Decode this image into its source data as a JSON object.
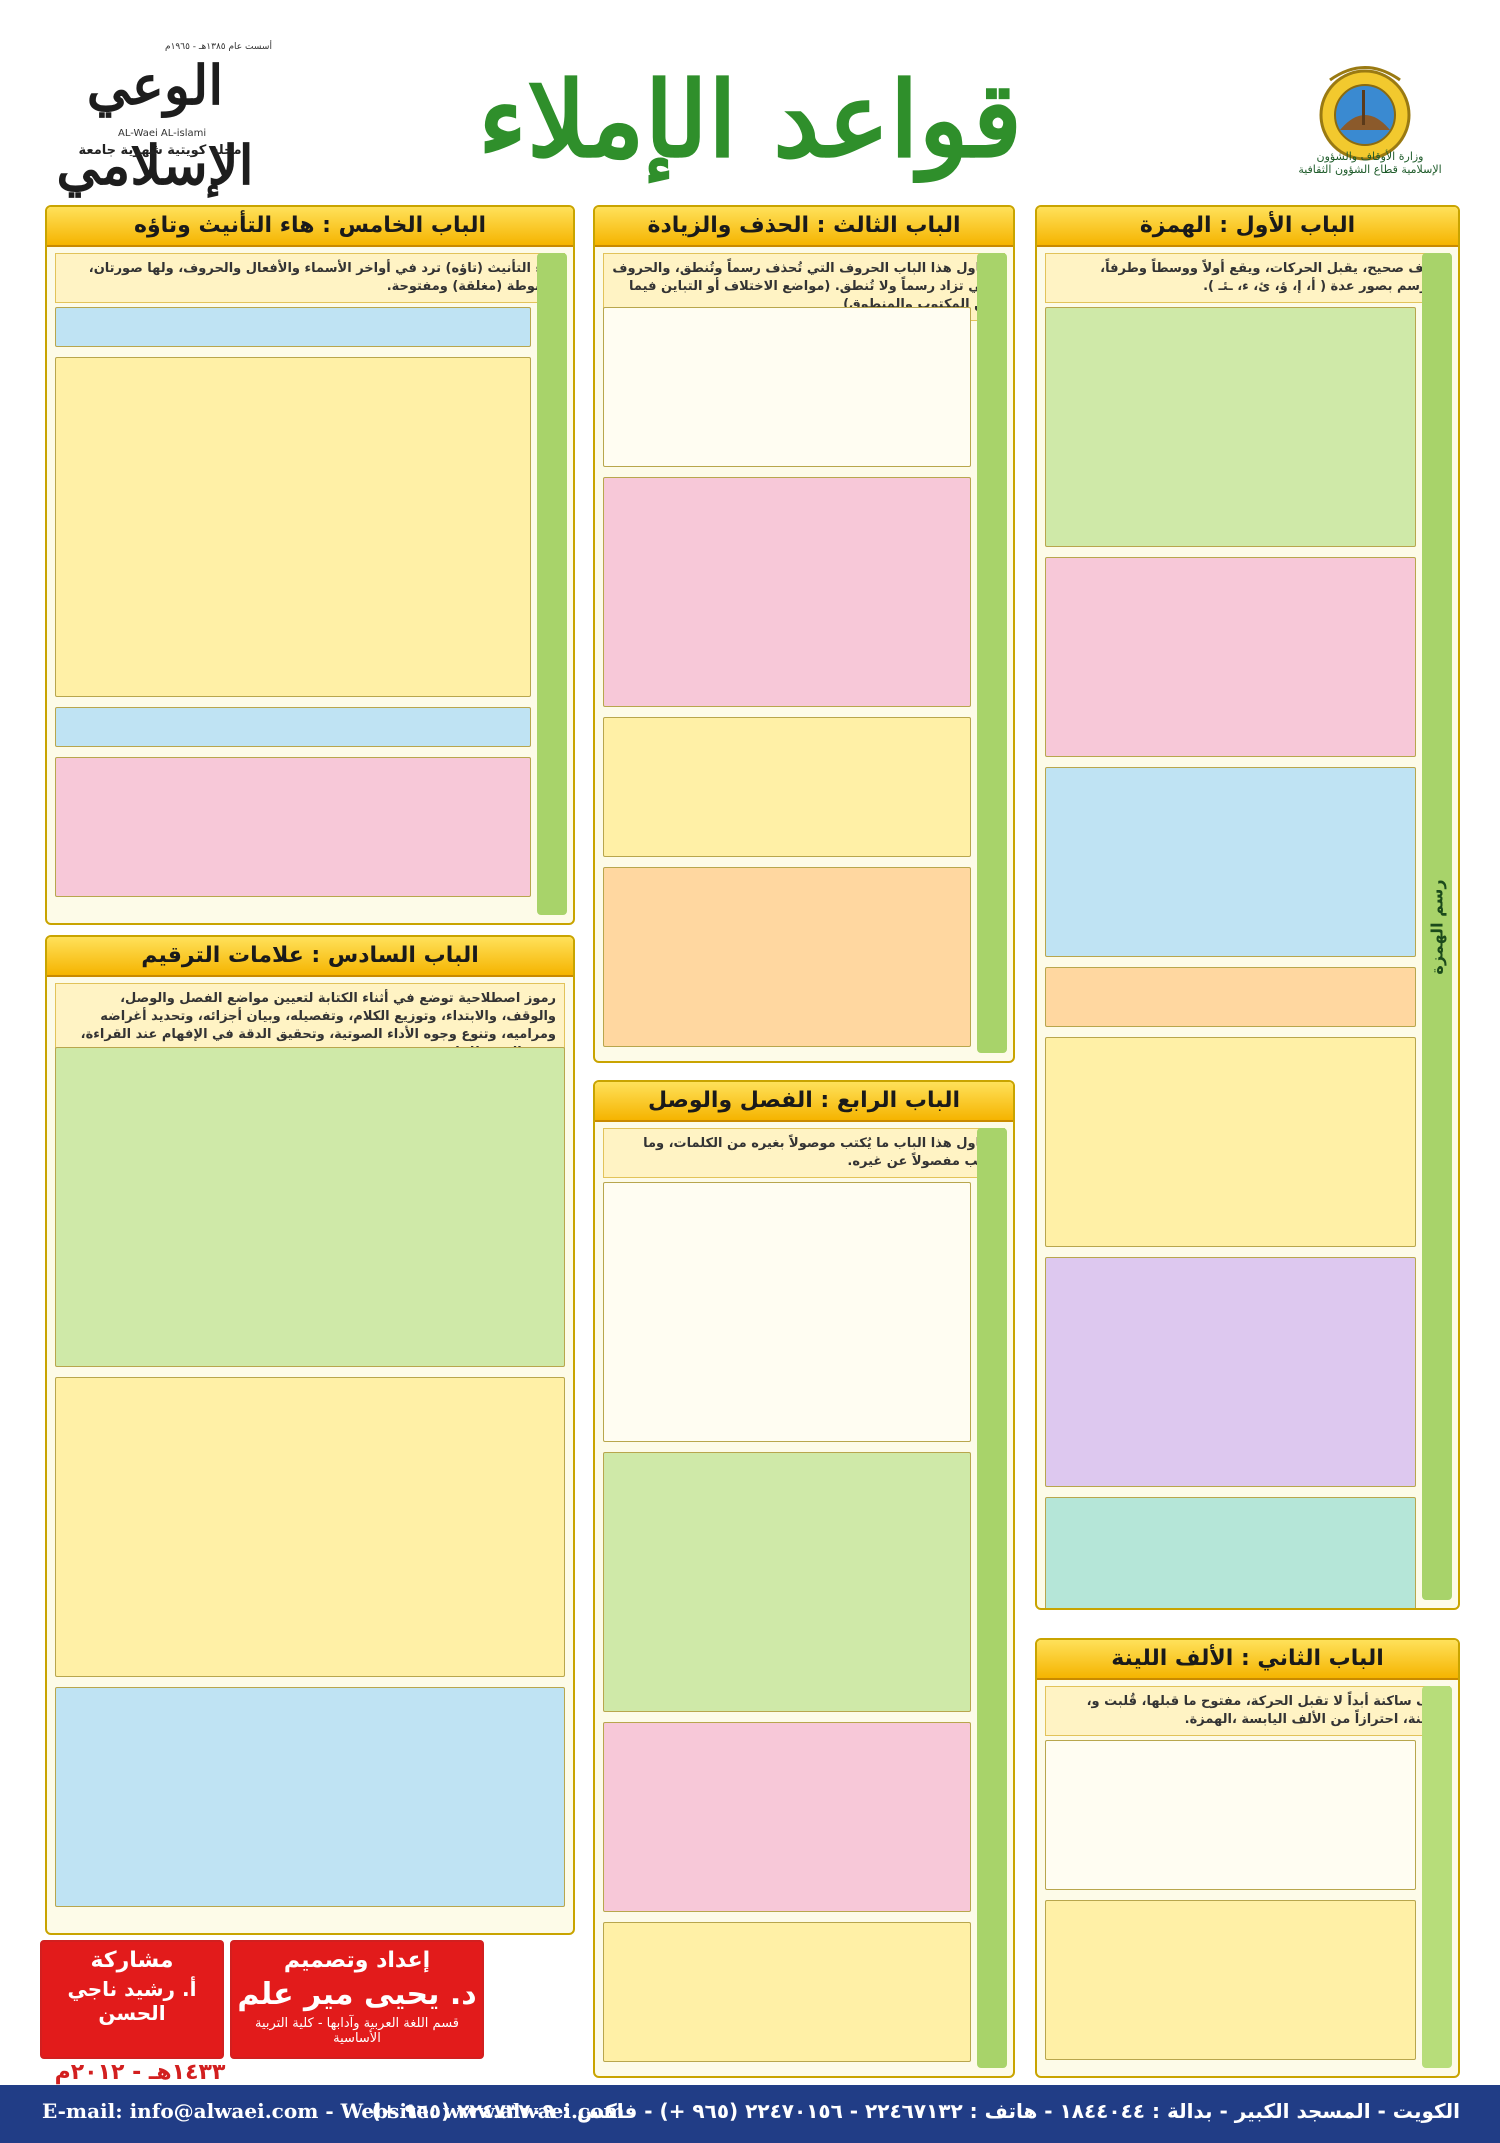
{
  "header": {
    "title": "قواعد الإملاء",
    "ministry_name": "وزارة الأوقاف والشؤون الإسلامية\nقطاع الشؤون الثقافية",
    "magazine_logo": "الوعي الإسلامي",
    "magazine_est": "أسست عام ١٣٨٥هـ - ١٩٦٥م",
    "magazine_latin": "AL-Waei AL-islami",
    "magazine_subtitle": "مجلة كويتية شهرية جامعة"
  },
  "panels": {
    "hamza": {
      "title": "الباب الأول : الهمزة",
      "intro": "حرف صحيح، يقبل الحركات، ويقع أولاً ووسطاً وطرفاً، ويُرسم بصور عدة ( أ، إ، ؤ، ئ، ء، ـئـ ).",
      "band_label": "رسم الهمزة"
    },
    "alif": {
      "title": "الباب الثاني : الألف اللينة",
      "intro": "ألف ساكنة أبداً لا تقبل الحركة، مفتوح ما قبلها، قُلبت و، اللينة، احترازاً من الألف اليابسة ،الهمزة."
    },
    "hadhf": {
      "title": "الباب الثالث : الحذف والزيادة",
      "intro": "يتناول هذا الباب الحروف التي تُحذف رسماً وتُنطق، والحروف التي تزاد رسماً ولا تُنطق. (مواضع الاختلاف أو التباين فيما بين المكتوب والمنطوق)"
    },
    "fasl": {
      "title": "الباب الرابع : الفصل والوصل",
      "intro": "يتناول هذا الباب ما يُكتب موصولاً بغيره من الكلمات، وما يُكتب مفصولاً عن غيره."
    },
    "taanith": {
      "title": "الباب الخامس : هاء التأنيث وتاؤه",
      "intro": "هاء التأنيث (تاؤه) ترد في أواخر الأسماء والأفعال والحروف، ولها صورتان، مربوطة (مغلقة) ومفتوحة."
    },
    "tarqim": {
      "title": "الباب السادس : علامات الترقيم",
      "intro": "رموز اصطلاحية توضع في أثناء الكتابة لتعيين مواضع الفصل والوصل، والوقف، والابتداء، وتوزيع الكلام، وتفصيله، وبيان أجزائه، وتحديد أغراضه ومراميه، وتنوع وجوه الأداء الصوتية، وتحقيق الدقة في الإفهام عند القراءة، وفي الفهم للقارئ."
    }
  },
  "credits": {
    "participation_label": "مشاركة",
    "participation_name": "أ. رشيد ناجي الحسن",
    "design_label": "إعداد وتصميم",
    "design_name": "د. يحيى مير علم",
    "design_affiliation": "قسم اللغة العربية وآدابها - كلية التربية الأساسية",
    "date": "١٤٣٣هـ - ٢٠١٢م"
  },
  "footer": {
    "contact_latin": "E-mail: info@alwaei.com - Website: www.alwaei.com",
    "contact_arabic": "الكويت - المسجد الكبير - بدالة : ١٨٤٤٠٤٤ - هاتف : ٢٢٤٦٧١٣٢ - ٢٢٤٧٠١٥٦ (٩٦٥ +) - فاكس : ٢٢٤٧٣٧٠٩ (٩٦٥ +)"
  },
  "colors": {
    "title_green": "#2f8f2b",
    "panel_border": "#c9a400",
    "panel_head": "#f5b400",
    "footer_blue": "#213d86",
    "credit_red": "#e21b1b"
  }
}
